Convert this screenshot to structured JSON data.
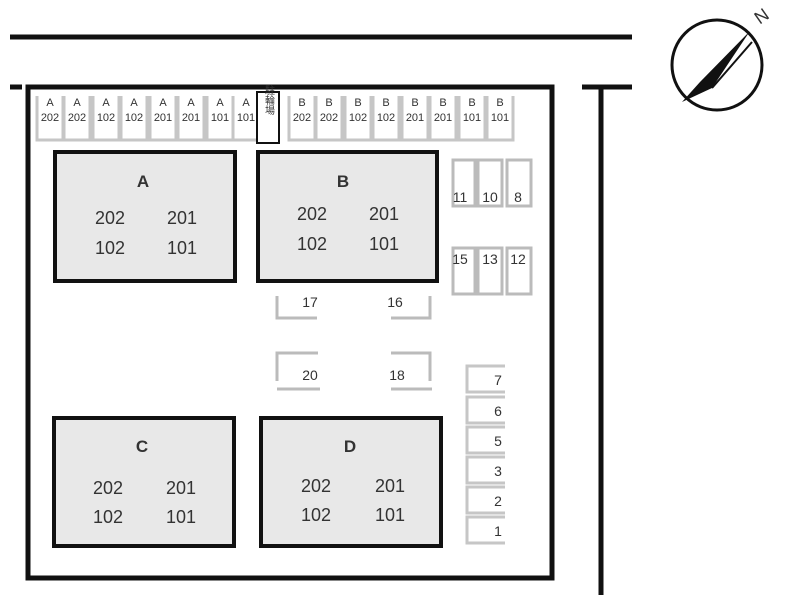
{
  "compass": {
    "north_label": "N",
    "icon": "north-arrow-icon"
  },
  "top_row_spaces": [
    {
      "letter": "A",
      "num": "202"
    },
    {
      "letter": "A",
      "num": "202"
    },
    {
      "letter": "A",
      "num": "102"
    },
    {
      "letter": "A",
      "num": "102"
    },
    {
      "letter": "A",
      "num": "201"
    },
    {
      "letter": "A",
      "num": "201"
    },
    {
      "letter": "A",
      "num": "101"
    },
    {
      "letter": "A",
      "num": "101"
    },
    {
      "letter": "B",
      "num": "202"
    },
    {
      "letter": "B",
      "num": "202"
    },
    {
      "letter": "B",
      "num": "102"
    },
    {
      "letter": "B",
      "num": "102"
    },
    {
      "letter": "B",
      "num": "201"
    },
    {
      "letter": "B",
      "num": "201"
    },
    {
      "letter": "B",
      "num": "101"
    },
    {
      "letter": "B",
      "num": "101"
    }
  ],
  "bike_parking_label": "駐輪場",
  "buildings": {
    "A": {
      "name": "A",
      "u1": "202",
      "u2": "201",
      "u3": "102",
      "u4": "101"
    },
    "B": {
      "name": "B",
      "u1": "202",
      "u2": "201",
      "u3": "102",
      "u4": "101"
    },
    "C": {
      "name": "C",
      "u1": "202",
      "u2": "201",
      "u3": "102",
      "u4": "101"
    },
    "D": {
      "name": "D",
      "u1": "202",
      "u2": "201",
      "u3": "102",
      "u4": "101"
    }
  },
  "spaces": {
    "s11": "11",
    "s10": "10",
    "s8": "8",
    "s15": "15",
    "s13": "13",
    "s12": "12",
    "s17": "17",
    "s16": "16",
    "s20": "20",
    "s18": "18",
    "s7": "7",
    "s6": "6",
    "s5": "5",
    "s3": "3",
    "s2": "2",
    "s1": "1"
  }
}
